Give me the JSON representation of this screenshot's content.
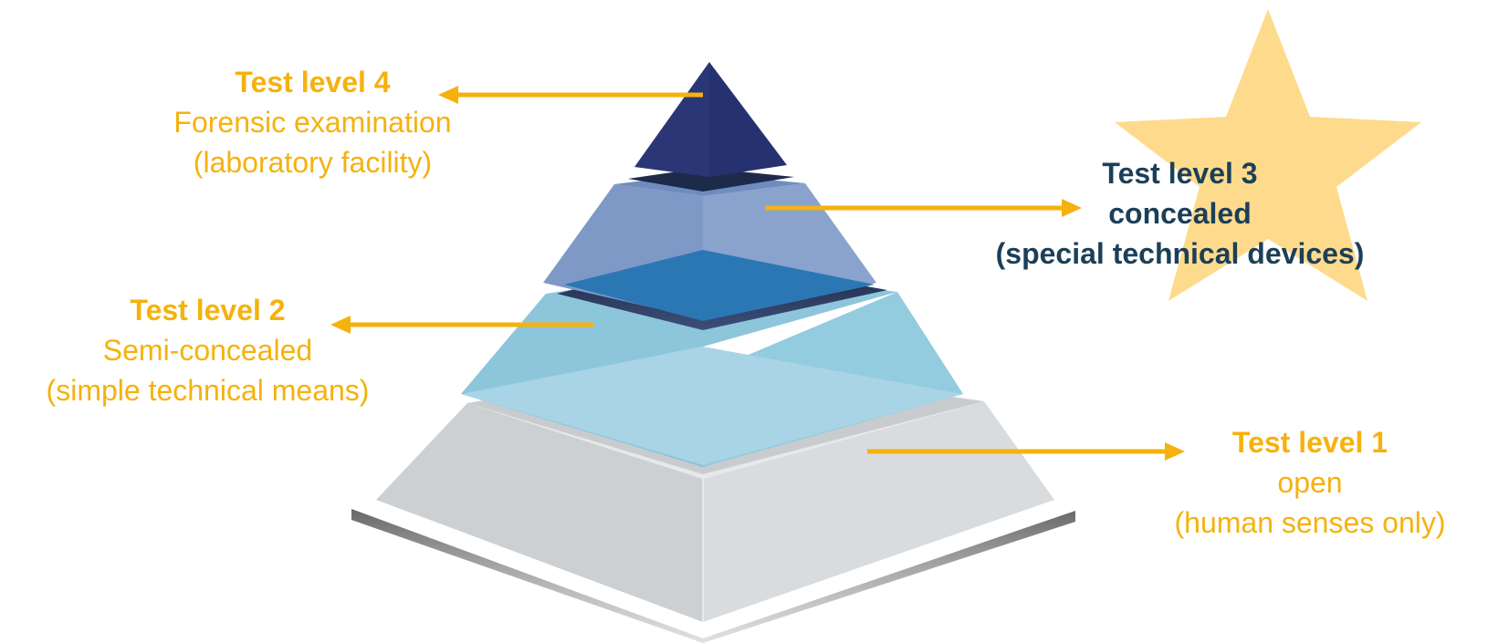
{
  "colors": {
    "accent": "#F5B20E",
    "dark_text": "#1C3F58",
    "star": "#FEDB8C",
    "level4": "#283575",
    "level3": "#7E99C6",
    "level3_plate": "#2B77B4",
    "level2": "#86C5DA",
    "level2_plate": "#A8D4E6",
    "level1": "#CDD0D3",
    "level1_base": "#D9DCDF"
  },
  "levels": [
    {
      "title": "Test level 4",
      "lines": [
        "Forensic examination",
        "(laboratory facility)"
      ],
      "color": "#F5B20E"
    },
    {
      "title": "Test level 3",
      "lines": [
        "concealed",
        "(special technical devices)"
      ],
      "color": "#1C3F58"
    },
    {
      "title": "Test level 2",
      "lines": [
        "Semi-concealed",
        "(simple technical means)"
      ],
      "color": "#F5B20E"
    },
    {
      "title": "Test level 1",
      "lines": [
        "open",
        "(human senses only)"
      ],
      "color": "#F5B20E"
    }
  ]
}
